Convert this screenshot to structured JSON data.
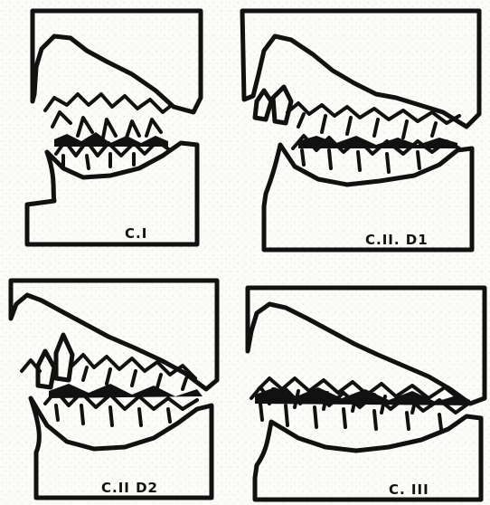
{
  "panels": [
    {
      "id": "class-1",
      "label": "C.I"
    },
    {
      "id": "class-2-div-1",
      "label": "C.II. D1"
    },
    {
      "id": "class-2-div-2",
      "label": "C.II D2"
    },
    {
      "id": "class-3",
      "label": "C. III"
    }
  ],
  "colors": {
    "ink": "#111111",
    "paper": "#fbfbf7"
  }
}
